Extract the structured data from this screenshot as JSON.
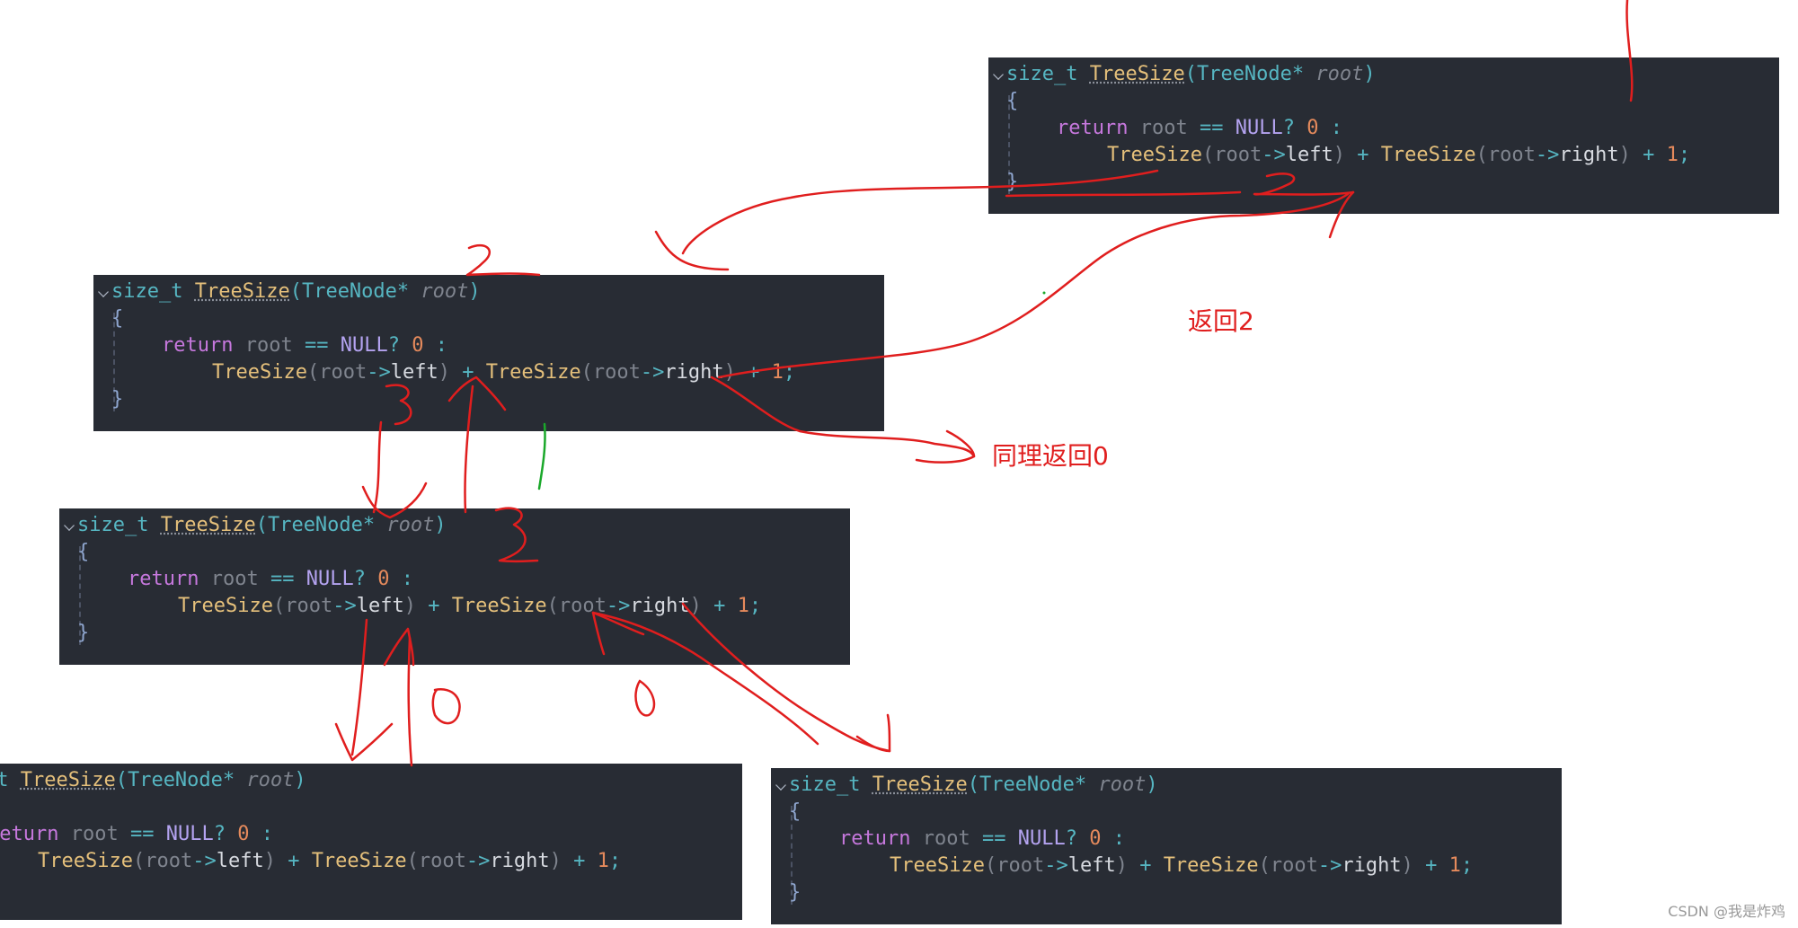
{
  "code": {
    "return_type": "size_t",
    "function_name": "TreeSize",
    "open_paren": "(",
    "param_type": "TreeNode",
    "pointer": "*",
    "param_name": "root",
    "close_paren": ")",
    "open_brace": "{",
    "close_brace": "}",
    "return_keyword": "return",
    "var_root": "root",
    "eq_op": "==",
    "null_kw": "NULL",
    "question": "?",
    "zero": "0",
    "colon": ":",
    "call_fn": "TreeSize",
    "arrow": "->",
    "left": "left",
    "right": "right",
    "plus": "+",
    "one": "1",
    "semicolon": ";"
  },
  "annotations": {
    "return_2": "返回2",
    "similarly_return_0": "同理返回0",
    "mark_2": "2",
    "mark_3": "3",
    "mark_0": "0"
  },
  "watermark": "CSDN @我是炸鸡",
  "colors": {
    "panel_bg": "#282c34",
    "ink_red": "#e01e1e",
    "ink_green": "#1aa82a"
  }
}
